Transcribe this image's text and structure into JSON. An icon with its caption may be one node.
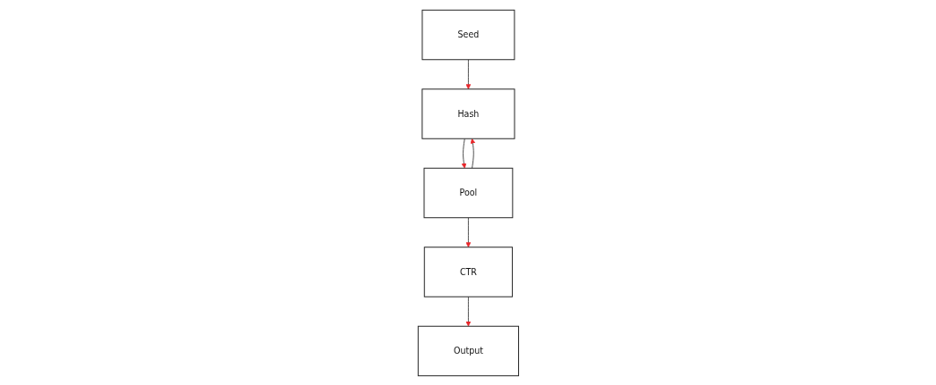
{
  "diagram": {
    "nodes": [
      {
        "text": [
          "Seed"
        ]
      },
      {
        "text": [
          "Hash"
        ]
      },
      {
        "text": [
          "Pool"
        ]
      },
      {
        "text": [
          "Output"
        ]
      },
      {
        "text": [
          "CTR"
        ]
      }
    ],
    "edges": [
      {
        "from": 0,
        "to": 1,
        "arrow": "to"
      },
      {
        "from": 1,
        "to": 2,
        "arrow": "to"
      },
      {
        "from": 2,
        "to": 1,
        "arrow": "to"
      },
      {
        "from": 2,
        "to": 4,
        "arrow": "to"
      },
      {
        "from": 4,
        "to": 3,
        "arrow": "to"
      }
    ]
  }
}
